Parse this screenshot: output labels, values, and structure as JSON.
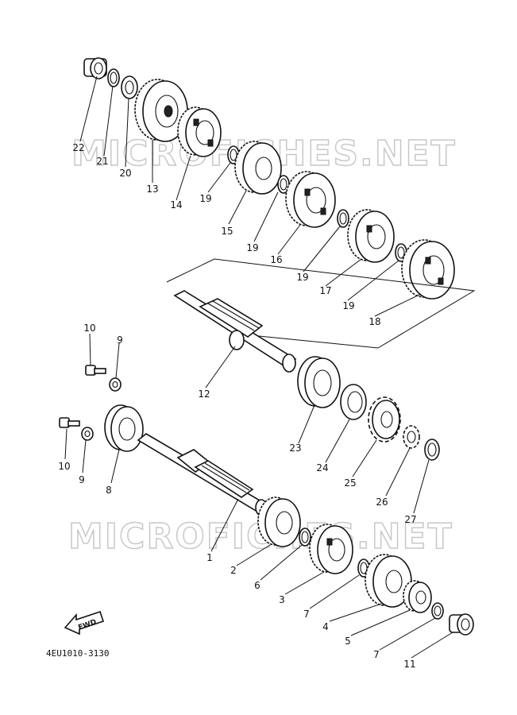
{
  "watermark": {
    "text": "MICROFICHES.NET"
  },
  "fwd_label": "FWD",
  "diagram_code": "4EU1010-3130",
  "callouts": [
    {
      "id": "22",
      "label": "22"
    },
    {
      "id": "21",
      "label": "21"
    },
    {
      "id": "20",
      "label": "20"
    },
    {
      "id": "13",
      "label": "13"
    },
    {
      "id": "14",
      "label": "14"
    },
    {
      "id": "19a",
      "label": "19"
    },
    {
      "id": "15",
      "label": "15"
    },
    {
      "id": "19b",
      "label": "19"
    },
    {
      "id": "16",
      "label": "16"
    },
    {
      "id": "19c",
      "label": "19"
    },
    {
      "id": "17",
      "label": "17"
    },
    {
      "id": "19d",
      "label": "19"
    },
    {
      "id": "18",
      "label": "18"
    },
    {
      "id": "12",
      "label": "12"
    },
    {
      "id": "10a",
      "label": "10"
    },
    {
      "id": "9a",
      "label": "9"
    },
    {
      "id": "10b",
      "label": "10"
    },
    {
      "id": "9b",
      "label": "9"
    },
    {
      "id": "8",
      "label": "8"
    },
    {
      "id": "23",
      "label": "23"
    },
    {
      "id": "24",
      "label": "24"
    },
    {
      "id": "25",
      "label": "25"
    },
    {
      "id": "26",
      "label": "26"
    },
    {
      "id": "27",
      "label": "27"
    },
    {
      "id": "1",
      "label": "1"
    },
    {
      "id": "2",
      "label": "2"
    },
    {
      "id": "6",
      "label": "6"
    },
    {
      "id": "3",
      "label": "3"
    },
    {
      "id": "7a",
      "label": "7"
    },
    {
      "id": "4",
      "label": "4"
    },
    {
      "id": "5",
      "label": "5"
    },
    {
      "id": "7b",
      "label": "7"
    },
    {
      "id": "11",
      "label": "11"
    }
  ]
}
